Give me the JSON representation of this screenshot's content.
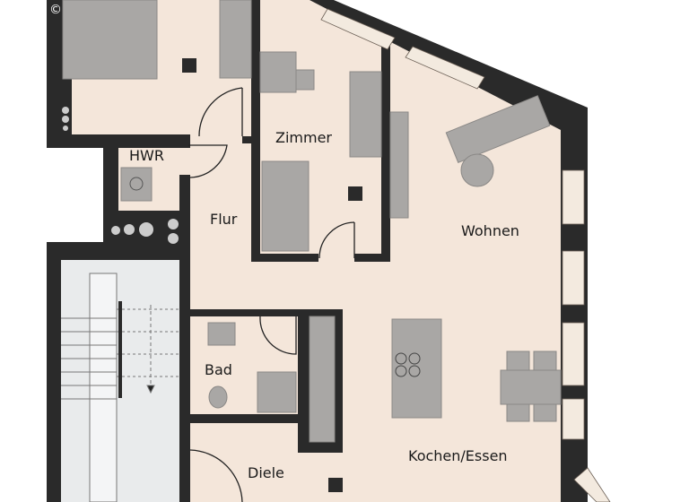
{
  "plan": {
    "copyright": "©",
    "rooms": {
      "zimmer": "Zimmer",
      "hwr": "HWR",
      "flur": "Flur",
      "wohnen": "Wohnen",
      "bad": "Bad",
      "kochen_essen": "Kochen/Essen",
      "diele": "Diele"
    },
    "colors": {
      "wall": "#2a2a2a",
      "floor": "#f4e6da",
      "furniture": "#a9a7a5",
      "stairs": "#e9ebec"
    }
  }
}
